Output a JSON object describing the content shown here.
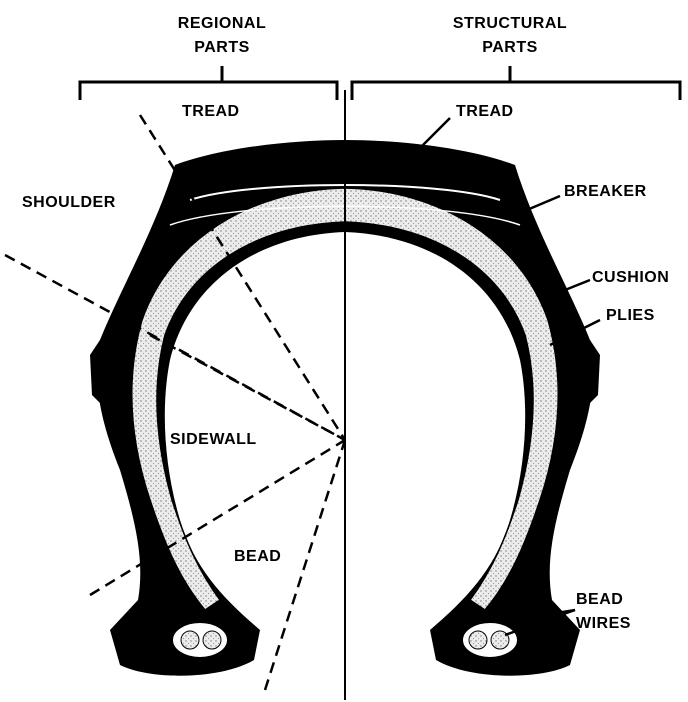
{
  "header": {
    "regional_line1": "REGIONAL",
    "regional_line2": "PARTS",
    "structural_line1": "STRUCTURAL",
    "structural_line2": "PARTS"
  },
  "regional_labels": {
    "tread": "TREAD",
    "shoulder": "SHOULDER",
    "sidewall": "SIDEWALL",
    "bead": "BEAD"
  },
  "structural_labels": {
    "tread": "TREAD",
    "breaker": "BREAKER",
    "cushion": "CUSHION",
    "plies": "PLIES",
    "bead_wires_line1": "BEAD",
    "bead_wires_line2": "WIRES"
  },
  "colors": {
    "ink": "#000000",
    "paper": "#ffffff",
    "ply_fill": "#d8d8d8"
  }
}
